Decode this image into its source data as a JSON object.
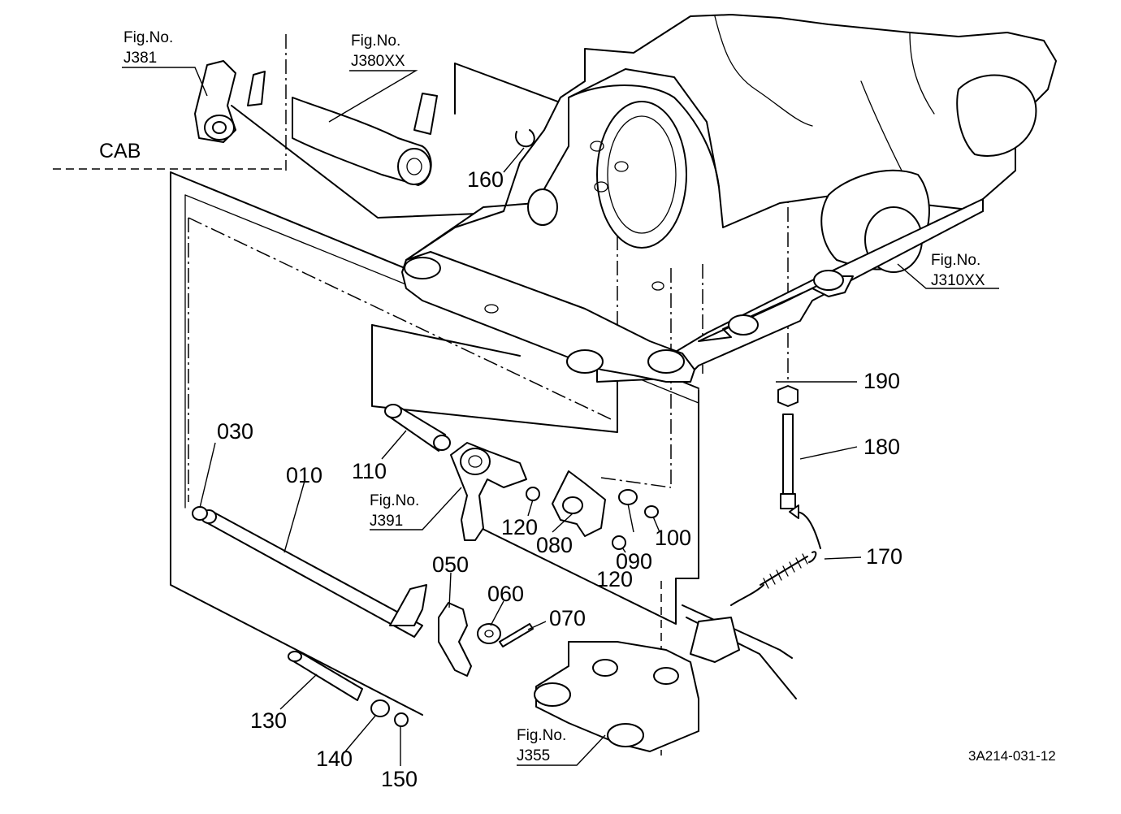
{
  "labels": {
    "cab": "CAB",
    "drawing_code": "3A214-031-12"
  },
  "fig_refs": [
    {
      "id": "j381",
      "line1": "Fig.No.",
      "line2": "J381"
    },
    {
      "id": "j380xx",
      "line1": "Fig.No.",
      "line2": "J380XX"
    },
    {
      "id": "j310xx",
      "line1": "Fig.No.",
      "line2": "J310XX"
    },
    {
      "id": "j391",
      "line1": "Fig.No.",
      "line2": "J391"
    },
    {
      "id": "j355",
      "line1": "Fig.No.",
      "line2": "J355"
    }
  ],
  "part_numbers": [
    {
      "id": "p010",
      "text": "010"
    },
    {
      "id": "p030",
      "text": "030"
    },
    {
      "id": "p050",
      "text": "050"
    },
    {
      "id": "p060",
      "text": "060"
    },
    {
      "id": "p070",
      "text": "070"
    },
    {
      "id": "p080",
      "text": "080"
    },
    {
      "id": "p090",
      "text": "090"
    },
    {
      "id": "p100",
      "text": "100"
    },
    {
      "id": "p110",
      "text": "110"
    },
    {
      "id": "p120a",
      "text": "120"
    },
    {
      "id": "p120b",
      "text": "120"
    },
    {
      "id": "p130",
      "text": "130"
    },
    {
      "id": "p140",
      "text": "140"
    },
    {
      "id": "p150",
      "text": "150"
    },
    {
      "id": "p160",
      "text": "160"
    },
    {
      "id": "p170",
      "text": "170"
    },
    {
      "id": "p180",
      "text": "180"
    },
    {
      "id": "p190",
      "text": "190"
    }
  ]
}
